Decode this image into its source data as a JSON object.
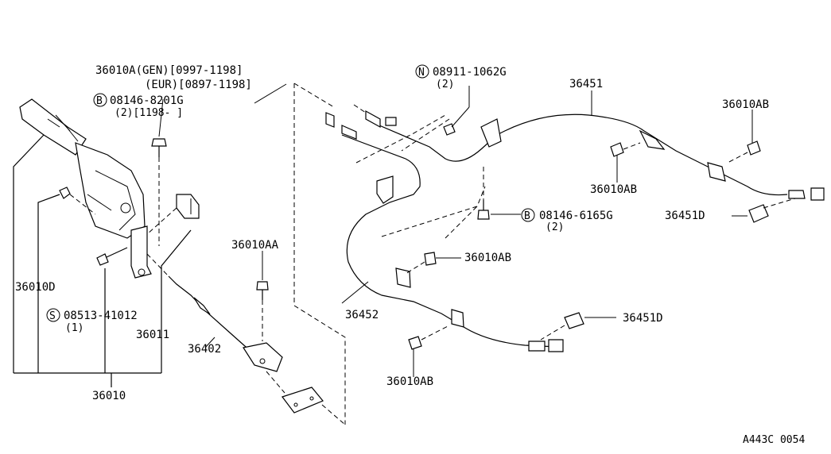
{
  "diagram_id": "A443C 0054",
  "labels": {
    "l_36010a_gen": "36010A(GEN)[0997-1198]",
    "l_36010a_eur": "(EUR)[0897-1198]",
    "l_08146_8201g": "08146-8201G",
    "l_08146_8201g_qty": "(2)[1198-    ]",
    "l_36010d": "36010D",
    "l_08513_41012": "08513-41012",
    "l_08513_41012_qty": "(1)",
    "l_36011": "36011",
    "l_36010": "36010",
    "l_36010aa": "36010AA",
    "l_36402": "36402",
    "l_08911_1062g": "08911-1062G",
    "l_08911_1062g_qty": "(2)",
    "l_36451": "36451",
    "l_36010ab_1": "36010AB",
    "l_36010ab_2": "36010AB",
    "l_08146_6165g": "08146-6165G",
    "l_08146_6165g_qty": "(2)",
    "l_36451d_1": "36451D",
    "l_36010ab_3": "36010AB",
    "l_36452": "36452",
    "l_36451d_2": "36451D",
    "l_36010ab_4": "36010AB"
  },
  "symbols": {
    "bolt_b": "B",
    "screw_s": "S",
    "nut_n": "N"
  }
}
